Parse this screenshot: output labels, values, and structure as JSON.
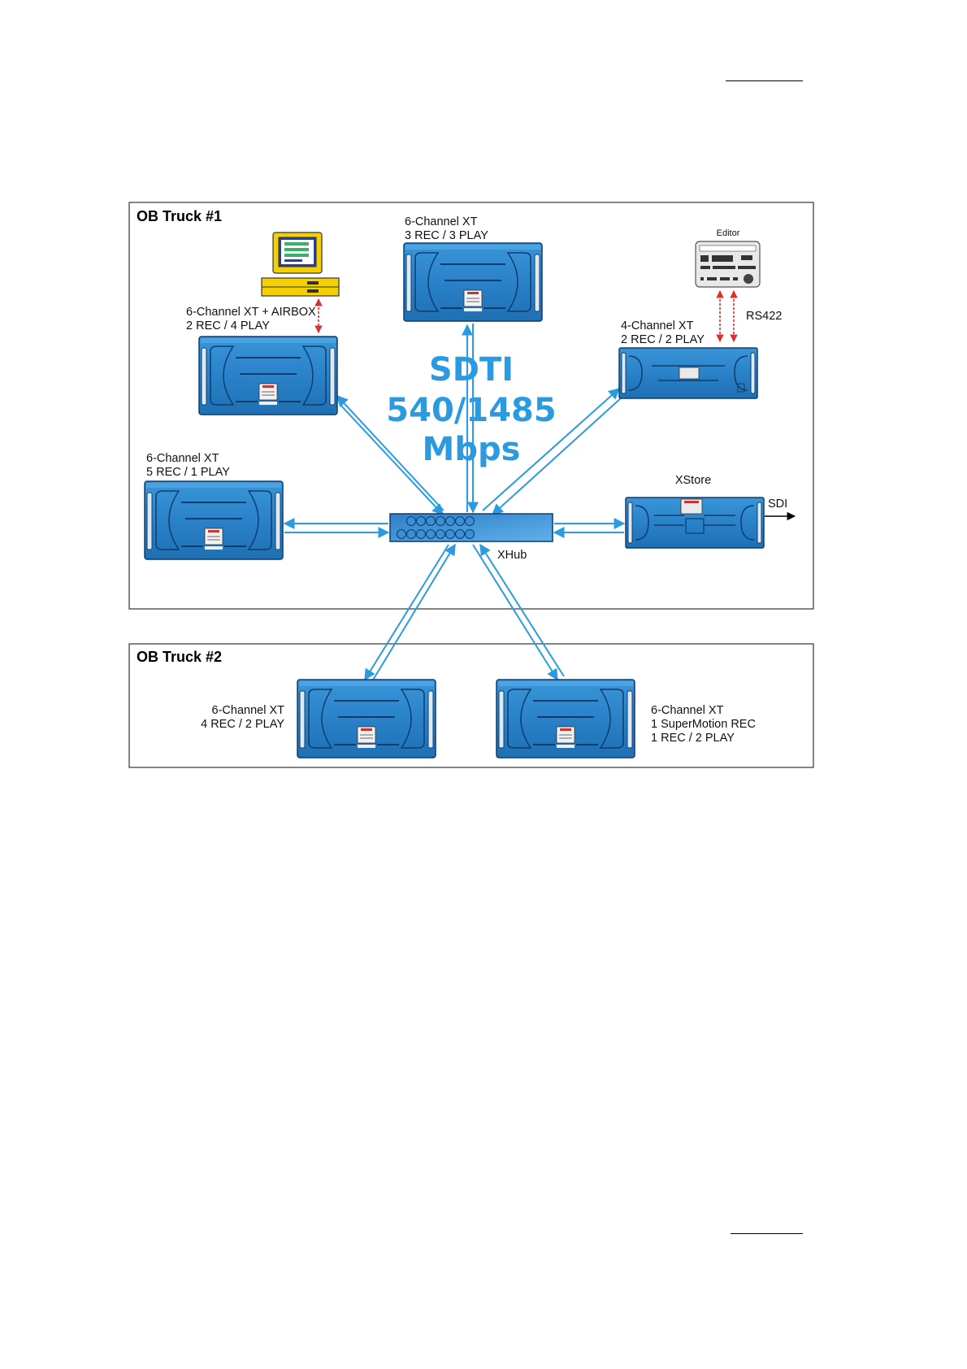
{
  "truck1": {
    "title": "OB Truck #1"
  },
  "truck2": {
    "title": "OB Truck #2"
  },
  "sdti": {
    "line1": "SDTI",
    "line2": "540/1485",
    "line3": "Mbps"
  },
  "devices": {
    "top_center": {
      "line1": "6-Channel  XT",
      "line2": "3 REC / 3 PLAY"
    },
    "airbox": {
      "line1": "6-Channel  XT + AIRBOX",
      "line2": "2 REC / 4 PLAY"
    },
    "left": {
      "line1": "6-Channel  XT",
      "line2": "5 REC / 1 PLAY"
    },
    "right_4ch": {
      "line1": "4-Channel XT",
      "line2": "2 REC / 2 PLAY"
    },
    "xstore": {
      "label": "XStore"
    },
    "xhub": {
      "label": "XHub"
    },
    "editor": {
      "label": "Editor"
    },
    "truck2_left": {
      "line1": "6-Channel XT",
      "line2": "4 REC / 2 PLAY"
    },
    "truck2_right": {
      "line1": "6-Channel  XT",
      "line2": "1 SuperMotion REC",
      "line3": "1 REC / 2 PLAY"
    }
  },
  "connections": {
    "rs422": "RS422",
    "sdi": "SDI"
  },
  "colors": {
    "device_blue": "#2f86cc",
    "link_blue": "#2a9be0",
    "control_red": "#d93030",
    "pc_yellow": "#f5d000"
  }
}
